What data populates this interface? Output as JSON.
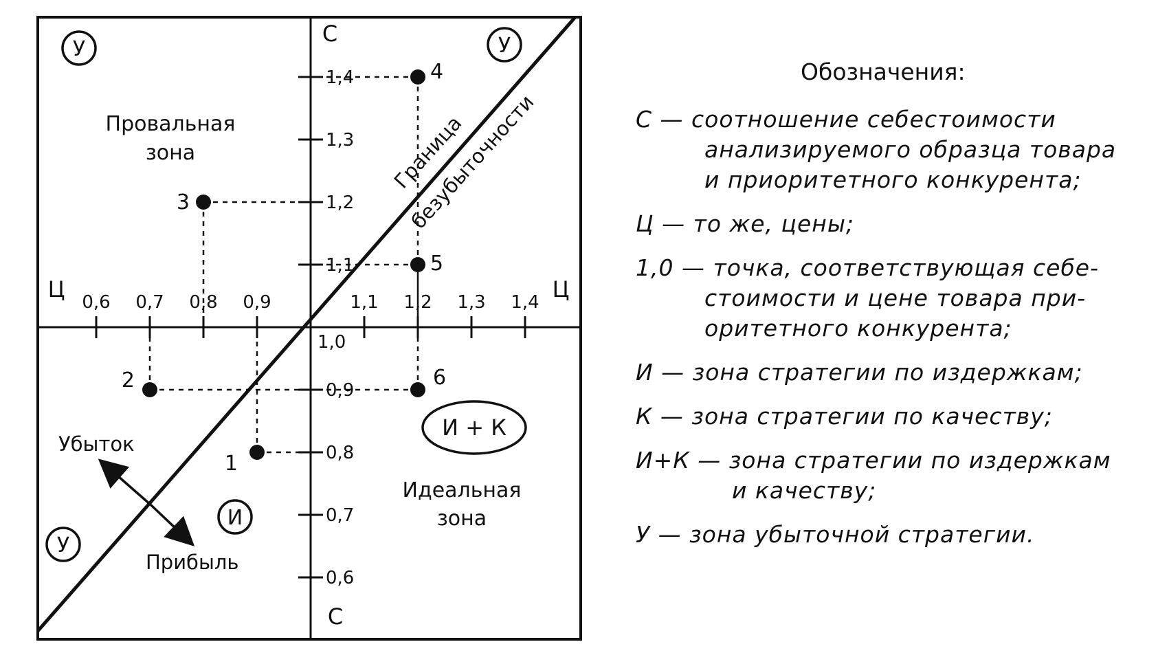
{
  "diagram": {
    "axis_c_top": "С",
    "axis_c_bottom": "С",
    "axis_p_left": "Ц",
    "axis_p_right": "Ц",
    "origin_label": "1,0",
    "x_ticks": [
      "0,6",
      "0,7",
      "0,8",
      "0,9",
      "1,1",
      "1,2",
      "1,3",
      "1,4"
    ],
    "y_ticks": [
      "1,4",
      "1,3",
      "1,2",
      "1,1",
      "0,9",
      "0,8",
      "0,7",
      "0,6"
    ],
    "points": [
      {
        "label": "1",
        "price": 0.9,
        "cost": 0.8
      },
      {
        "label": "2",
        "price": 0.7,
        "cost": 0.9
      },
      {
        "label": "3",
        "price": 0.8,
        "cost": 1.2
      },
      {
        "label": "4",
        "price": 1.2,
        "cost": 1.4
      },
      {
        "label": "5",
        "price": 1.2,
        "cost": 1.1
      },
      {
        "label": "6",
        "price": 1.2,
        "cost": 0.9
      }
    ],
    "zone_u": "У",
    "zone_i": "И",
    "zone_ik": "И + К",
    "fail_zone_line1": "Провальная",
    "fail_zone_line2": "зона",
    "ideal_zone_line1": "Идеальная",
    "ideal_zone_line2": "зона",
    "boundary_line1": "Граница",
    "boundary_line2": "безубыточности",
    "loss_label": "Убыток",
    "profit_label": "Прибыль"
  },
  "legend": {
    "title": "Обозначения:",
    "items": [
      {
        "symbol": "С —",
        "line1": " соотношение себестоимости",
        "rest": [
          "анализируемого образца товара",
          "и приоритетного конкурента;"
        ]
      },
      {
        "symbol": "Ц —",
        "line1": " то же, цены;",
        "rest": []
      },
      {
        "symbol": "1,0 —",
        "line1": " точка, соответствующая себе-",
        "rest": [
          "стоимости и цене товара при-",
          "оритетного конкурента;"
        ]
      },
      {
        "symbol": "И —",
        "line1": " зона стратегии по издержкам;",
        "rest": []
      },
      {
        "symbol": "К —",
        "line1": " зона стратегии по качеству;",
        "rest": []
      },
      {
        "symbol": "И+К —",
        "line1": " зона стратегии по издержкам",
        "rest": [
          "и качеству;"
        ]
      },
      {
        "symbol": "У —",
        "line1": " зона убыточной стратегии.",
        "rest": []
      }
    ]
  }
}
